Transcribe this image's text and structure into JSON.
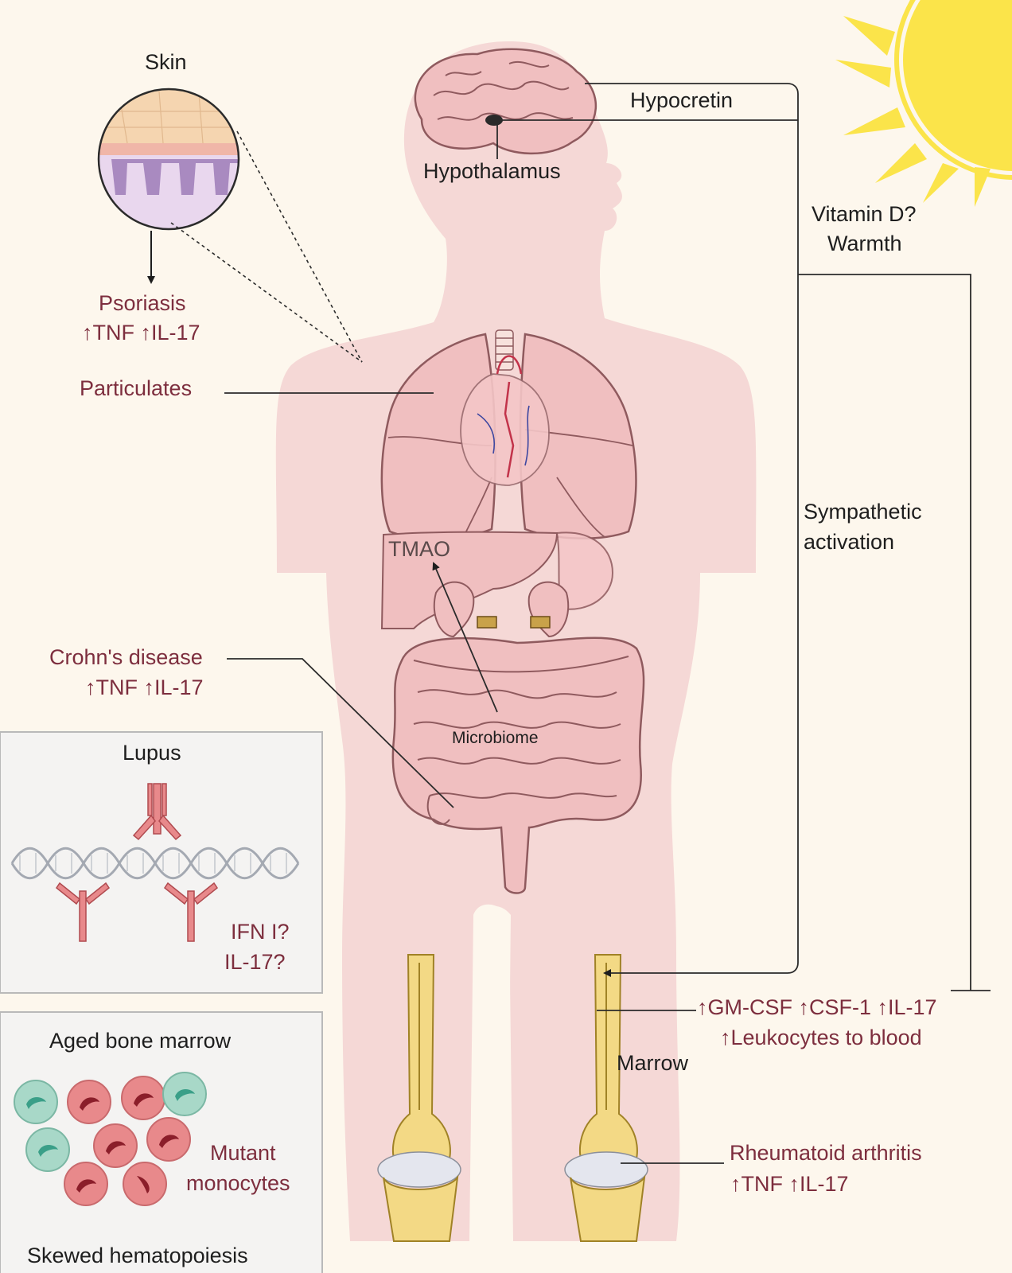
{
  "labels": {
    "skin": "Skin",
    "psoriasis": "Psoriasis",
    "psoriasis_markers": "↑TNF  ↑IL-17",
    "particulates": "Particulates",
    "hypocretin": "Hypocretin",
    "hypothalamus": "Hypothalamus",
    "vitamin_d": "Vitamin D?",
    "warmth": "Warmth",
    "sympathetic_1": "Sympathetic",
    "sympathetic_2": "activation",
    "tmao": "TMAO",
    "crohns": "Crohn's disease",
    "crohns_markers": "↑TNF ↑IL-17",
    "microbiome": "Microbiome",
    "lupus": "Lupus",
    "ifn": "IFN I?",
    "il17q": "IL-17?",
    "aged_marrow": "Aged bone marrow",
    "mutant": "Mutant",
    "monocytes": "monocytes",
    "skewed": "Skewed hematopoiesis",
    "marrow_factors": "↑GM-CSF   ↑CSF-1   ↑IL-17",
    "leukocytes": "↑Leukocytes to blood",
    "marrow": "Marrow",
    "ra": "Rheumatoid arthritis",
    "ra_markers": "↑TNF  ↑IL-17"
  },
  "colors": {
    "background": "#fdf7ed",
    "body": "#f5d8d6",
    "organ": "#f0bfc0",
    "organ_stroke": "#8f5a5e",
    "maroon_text": "#7d2e3e",
    "sun": "#fbe44a",
    "bone": "#f3d985",
    "antibody": "#e8898b",
    "dna": "#a4a9b2",
    "cell_red": "#e8898b",
    "cell_teal": "#a8d8c8"
  },
  "icons": [
    "sun-icon",
    "brain-icon",
    "skin-magnifier-icon",
    "lungs-icon",
    "heart-icon",
    "intestine-icon",
    "kidney-icon",
    "antibody-icon",
    "dna-helix-icon",
    "bone-icon",
    "knee-joint-icon",
    "monocyte-cell-icon"
  ]
}
